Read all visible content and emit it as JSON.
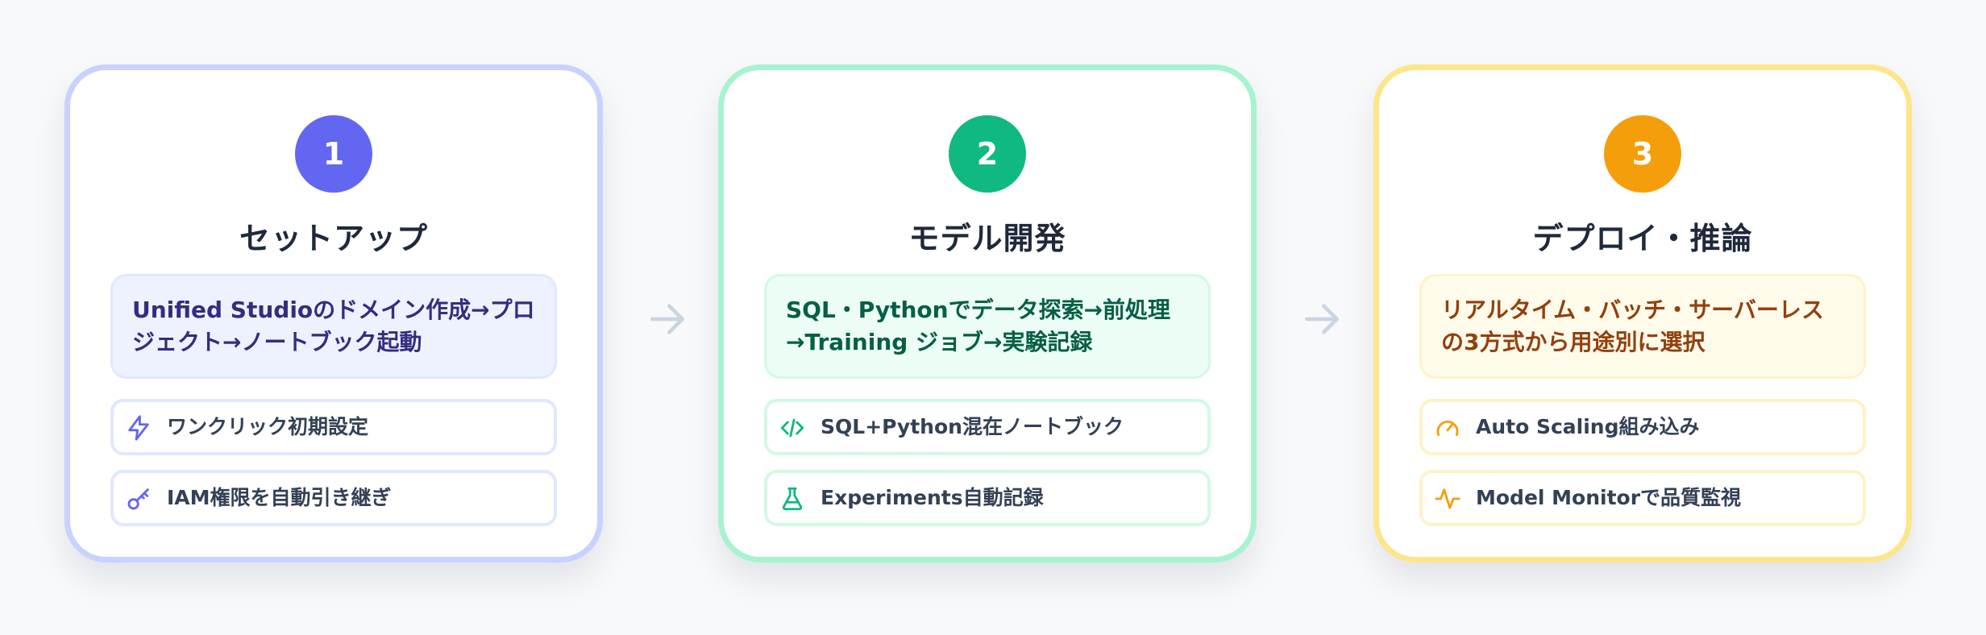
{
  "steps": [
    {
      "number": "1",
      "title": "セットアップ",
      "description": "Unified Studioのドメイン作成→プロジェクト→ノートブック起動",
      "features": [
        {
          "icon": "lightning-icon",
          "label": "ワンクリック初期設定"
        },
        {
          "icon": "key-icon",
          "label": "IAM権限を自動引き継ぎ"
        }
      ]
    },
    {
      "number": "2",
      "title": "モデル開発",
      "description": "SQL・Pythonでデータ探索→前処理→Training ジョブ→実験記録",
      "features": [
        {
          "icon": "code-icon",
          "label": "SQL+Python混在ノートブック"
        },
        {
          "icon": "flask-icon",
          "label": "Experiments自動記録"
        }
      ]
    },
    {
      "number": "3",
      "title": "デプロイ・推論",
      "description": "リアルタイム・バッチ・サーバーレスの3方式から用途別に選択",
      "features": [
        {
          "icon": "gauge-icon",
          "label": "Auto Scaling組み込み"
        },
        {
          "icon": "activity-icon",
          "label": "Model Monitorで品質監視"
        }
      ]
    }
  ],
  "colors": {
    "step1_accent": "#6366f1",
    "step2_accent": "#10b981",
    "step3_accent": "#f59e0b",
    "arrow": "#cbd5e1"
  }
}
